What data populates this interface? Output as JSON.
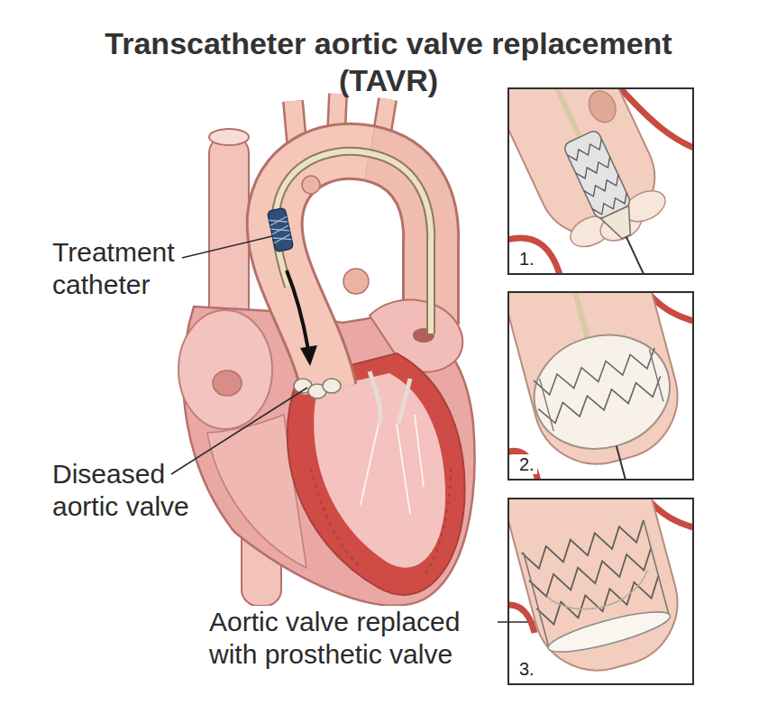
{
  "diagram": {
    "title": "Transcatheter aortic valve replacement (TAVR)",
    "nodes": [
      {
        "text": [
          "1."
        ]
      },
      {
        "text": [
          "2."
        ]
      },
      {
        "text": [
          "3."
        ]
      }
    ],
    "labels": [
      "Treatment catheter",
      "Diseased aortic valve",
      "Aortic valve replaced with prosthetic valve"
    ]
  }
}
